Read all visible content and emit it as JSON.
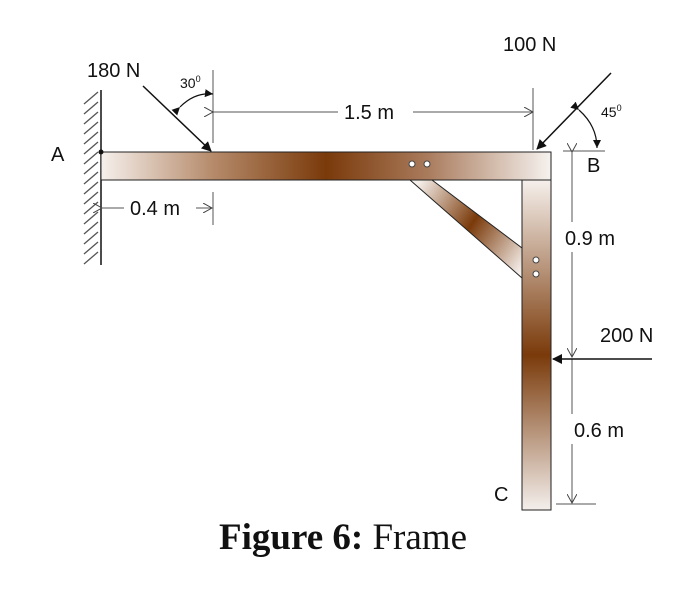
{
  "figure": {
    "caption_bold": "Figure 6:",
    "caption_rest": " Frame",
    "colors": {
      "wood_dark": "#7a3a0a",
      "wood_light": "#f4eeea",
      "line": "#222222",
      "dim_line": "#555555"
    }
  },
  "points": {
    "A": "A",
    "B": "B",
    "C": "C"
  },
  "loads": {
    "left_force": {
      "label": "180 N",
      "angle_label": "30",
      "angle_unit": "0"
    },
    "top_force": {
      "label": "100 N",
      "angle_label": "45",
      "angle_unit": "0"
    },
    "side_force": {
      "label": "200 N"
    }
  },
  "dimensions": {
    "left_offset": "0.4 m",
    "top_span": "1.5 m",
    "upper_vertical": "0.9 m",
    "lower_vertical": "0.6 m"
  }
}
